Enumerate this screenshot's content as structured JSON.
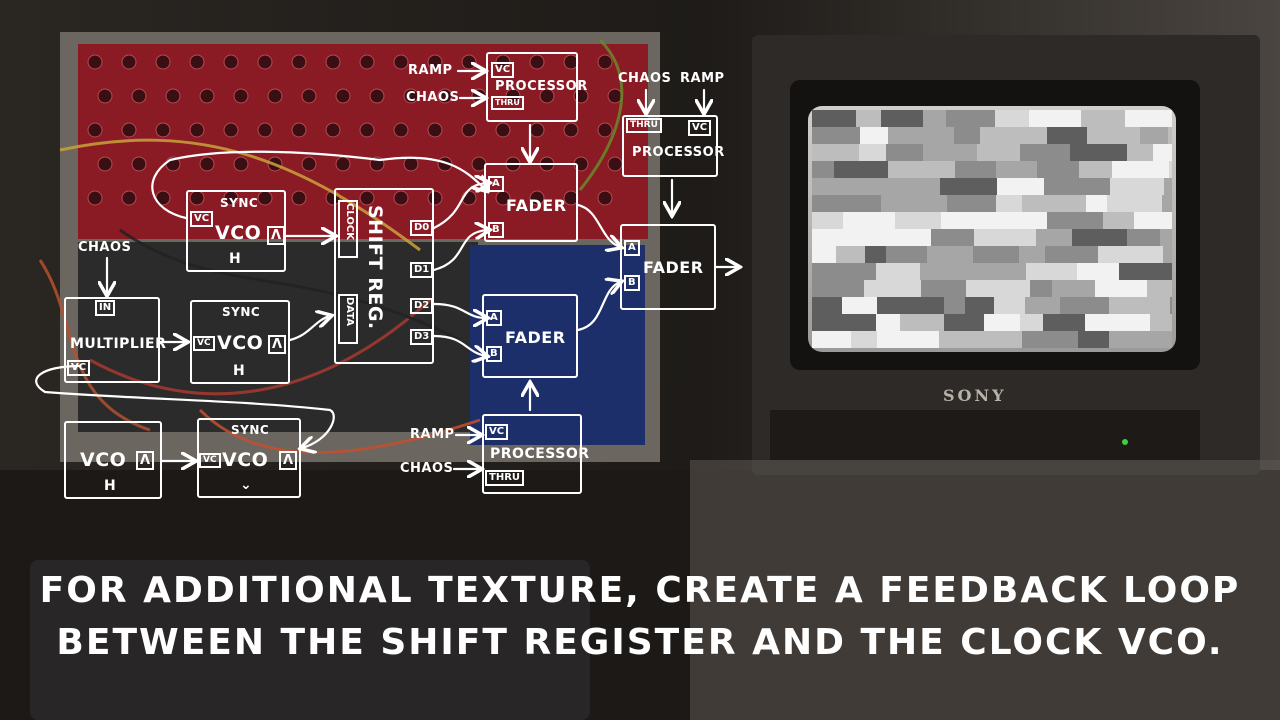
{
  "diagram": {
    "chaos_left": "CHAOS",
    "multiplier": {
      "title": "MULTIPLIER",
      "in_port": "IN",
      "vc_port": "VC"
    },
    "vco_sync_top": {
      "sync": "SYNC",
      "title": "VCO",
      "vc_port": "VC",
      "wave": "Λ",
      "range": "H"
    },
    "vco_sync_mid": {
      "sync": "SYNC",
      "title": "VCO",
      "vc_port": "VC",
      "wave": "Λ",
      "range": "H"
    },
    "vco_bottom_left": {
      "title": "VCO",
      "wave": "Λ",
      "range": "H"
    },
    "vco_sync_bottom": {
      "sync": "SYNC",
      "title": "VCO",
      "vc_port": "VC",
      "wave": "Λ",
      "range": "⌄"
    },
    "shift_reg": {
      "title": "SHIFT REG.",
      "clock_port": "CLOCK",
      "data_port": "DATA",
      "outputs": [
        "D0",
        "D1",
        "D2",
        "D3"
      ]
    },
    "processor_top": {
      "title": "PROCESSOR",
      "vc_port": "VC",
      "thru_port": "THRU",
      "in_ramp": "RAMP",
      "in_chaos": "CHAOS"
    },
    "processor_right": {
      "title": "PROCESSOR",
      "vc_port": "VC",
      "thru_port": "THRU",
      "in_chaos": "CHAOS",
      "in_ramp": "RAMP"
    },
    "processor_bottom": {
      "title": "PROCESSOR",
      "vc_port": "VC",
      "thru_port": "THRU",
      "in_ramp": "RAMP",
      "in_chaos": "CHAOS"
    },
    "fader_top": {
      "title": "FADER",
      "a": "A",
      "b": "B"
    },
    "fader_mid": {
      "title": "FADER",
      "a": "A",
      "b": "B"
    },
    "fader_right": {
      "title": "FADER",
      "a": "A",
      "b": "B"
    }
  },
  "monitor": {
    "brand": "SONY"
  },
  "caption": {
    "line1": "FOR ADDITIONAL TEXTURE, CREATE A FEEDBACK LOOP",
    "line2": "BETWEEN THE SHIFT REGISTER AND THE CLOCK VCO."
  },
  "colors": {
    "rack_red": "#8a1a24",
    "rack_blue": "#1c2f6a",
    "ink": "#ffffff"
  }
}
